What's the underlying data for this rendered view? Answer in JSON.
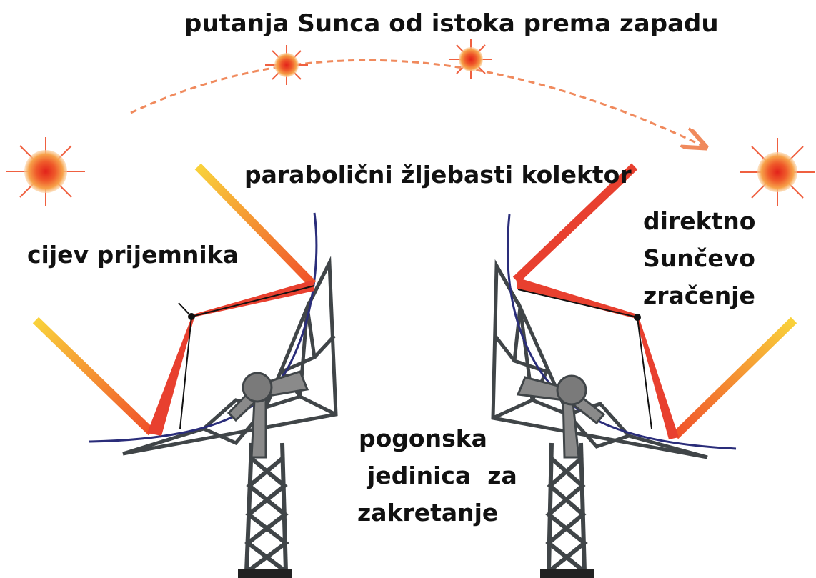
{
  "labels": {
    "sun_path": "putanja Sunca od istoka prema zapadu",
    "collector": "parabolični žljebasti kolektor",
    "receiver_tube": "cijev prijemnika",
    "direct_radiation": [
      "direktno",
      "Sunčevo",
      "zračenje"
    ],
    "drive_unit": [
      "pogonska",
      "jedinica  za",
      "zakretanje"
    ]
  },
  "colors": {
    "sun_core": "#e83a1c",
    "sun_glow": "#f7a24a",
    "path_arrow": "#f08a5d",
    "ray_incoming": "#f59a27",
    "ray_reflected": "#e8402f",
    "trough_curve": "#2a2d7a",
    "structure": "#404548",
    "hub": "#7a7a7a",
    "base": "#222222"
  },
  "icons": [
    "sun-icon",
    "receiver-tube-icon",
    "parabolic-trough-icon",
    "drive-unit-icon"
  ]
}
